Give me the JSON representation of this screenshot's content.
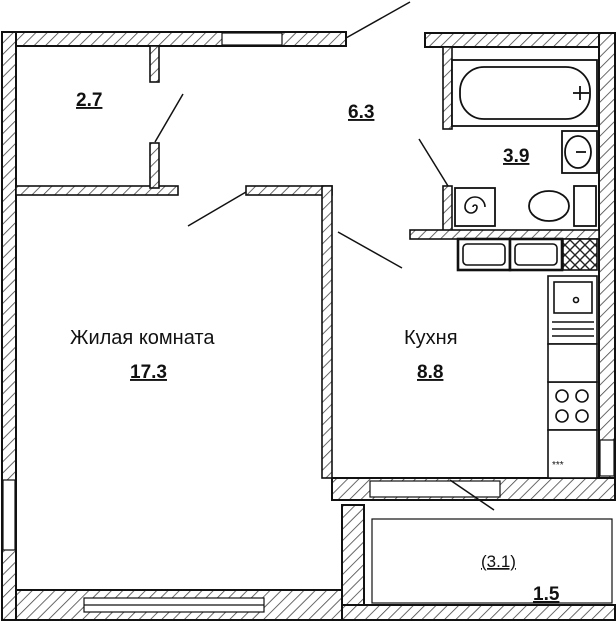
{
  "rooms": {
    "wardrobe": {
      "area": "2.7"
    },
    "hall": {
      "area": "6.3"
    },
    "bathroom": {
      "area": "3.9"
    },
    "living": {
      "name": "Жилая комната",
      "area": "17.3"
    },
    "kitchen": {
      "name": "Кухня",
      "area": "8.8"
    },
    "balcony": {
      "area_total": "(3.1)",
      "area": "1.5"
    }
  },
  "colors": {
    "line": "#111111",
    "fill": "#ffffff",
    "hatch": "#333333"
  }
}
